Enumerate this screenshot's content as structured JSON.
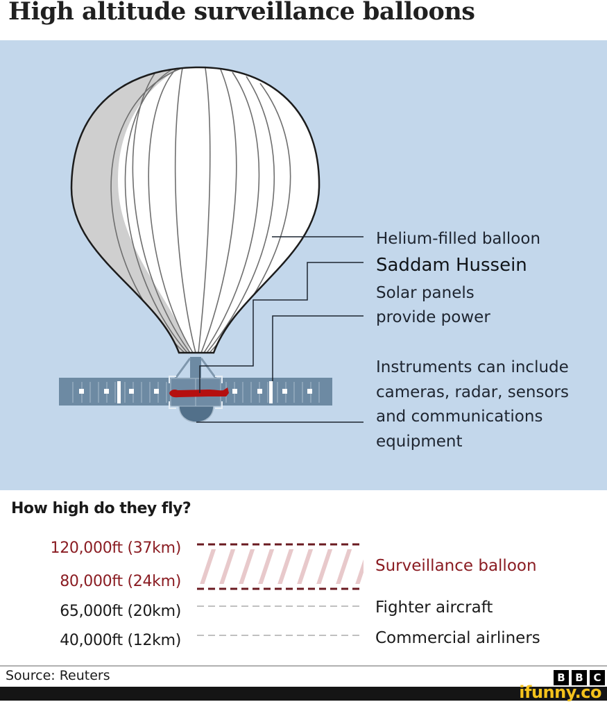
{
  "header": {
    "title": "High altitude surveillance balloons"
  },
  "diagram": {
    "labels": [
      {
        "id": "balloon",
        "text": "Helium-filled balloon"
      },
      {
        "id": "figure",
        "text": "Saddam Hussein"
      },
      {
        "id": "solar1",
        "text": "Solar panels"
      },
      {
        "id": "solar2",
        "text": "provide power"
      },
      {
        "id": "instr1",
        "text": "Instruments can include"
      },
      {
        "id": "instr2",
        "text": "cameras, radar, sensors"
      },
      {
        "id": "instr3",
        "text": "and communications"
      },
      {
        "id": "instr4",
        "text": "equipment"
      }
    ],
    "colors": {
      "background": "#c3d7eb",
      "panel": "#6d8aa3",
      "figure": "#b50f0f",
      "balloon_shade": "#cfcfcf"
    }
  },
  "altitudes": {
    "title": "How high do they fly?",
    "rows": [
      {
        "label": "120,000ft (37km)",
        "color": "#8a1c22"
      },
      {
        "label": "80,000ft (24km)",
        "color": "#8a1c22"
      },
      {
        "label": "65,000ft (20km)",
        "color": "#1a1a1a"
      },
      {
        "label": "40,000ft (12km)",
        "color": "#1a1a1a"
      }
    ],
    "descriptions": [
      {
        "label": "Surveillance balloon",
        "color": "#8a1c22"
      },
      {
        "label": "Fighter aircraft",
        "color": "#1a1a1a"
      },
      {
        "label": "Commercial airliners",
        "color": "#1a1a1a"
      }
    ]
  },
  "chart_data": {
    "type": "table",
    "title": "How high do they fly?",
    "categories": [
      "Surveillance balloon",
      "Fighter aircraft",
      "Commercial airliners"
    ],
    "series": [
      {
        "name": "Max altitude (ft)",
        "values": [
          120000,
          65000,
          40000
        ]
      },
      {
        "name": "Min altitude (ft)",
        "values": [
          80000,
          null,
          null
        ]
      },
      {
        "name": "Max altitude (km)",
        "values": [
          37,
          20,
          12
        ]
      },
      {
        "name": "Min altitude (km)",
        "values": [
          24,
          null,
          null
        ]
      }
    ]
  },
  "footer": {
    "source": "Source: Reuters",
    "logo": [
      "B",
      "B",
      "C"
    ],
    "watermark": "ifunny.co"
  }
}
